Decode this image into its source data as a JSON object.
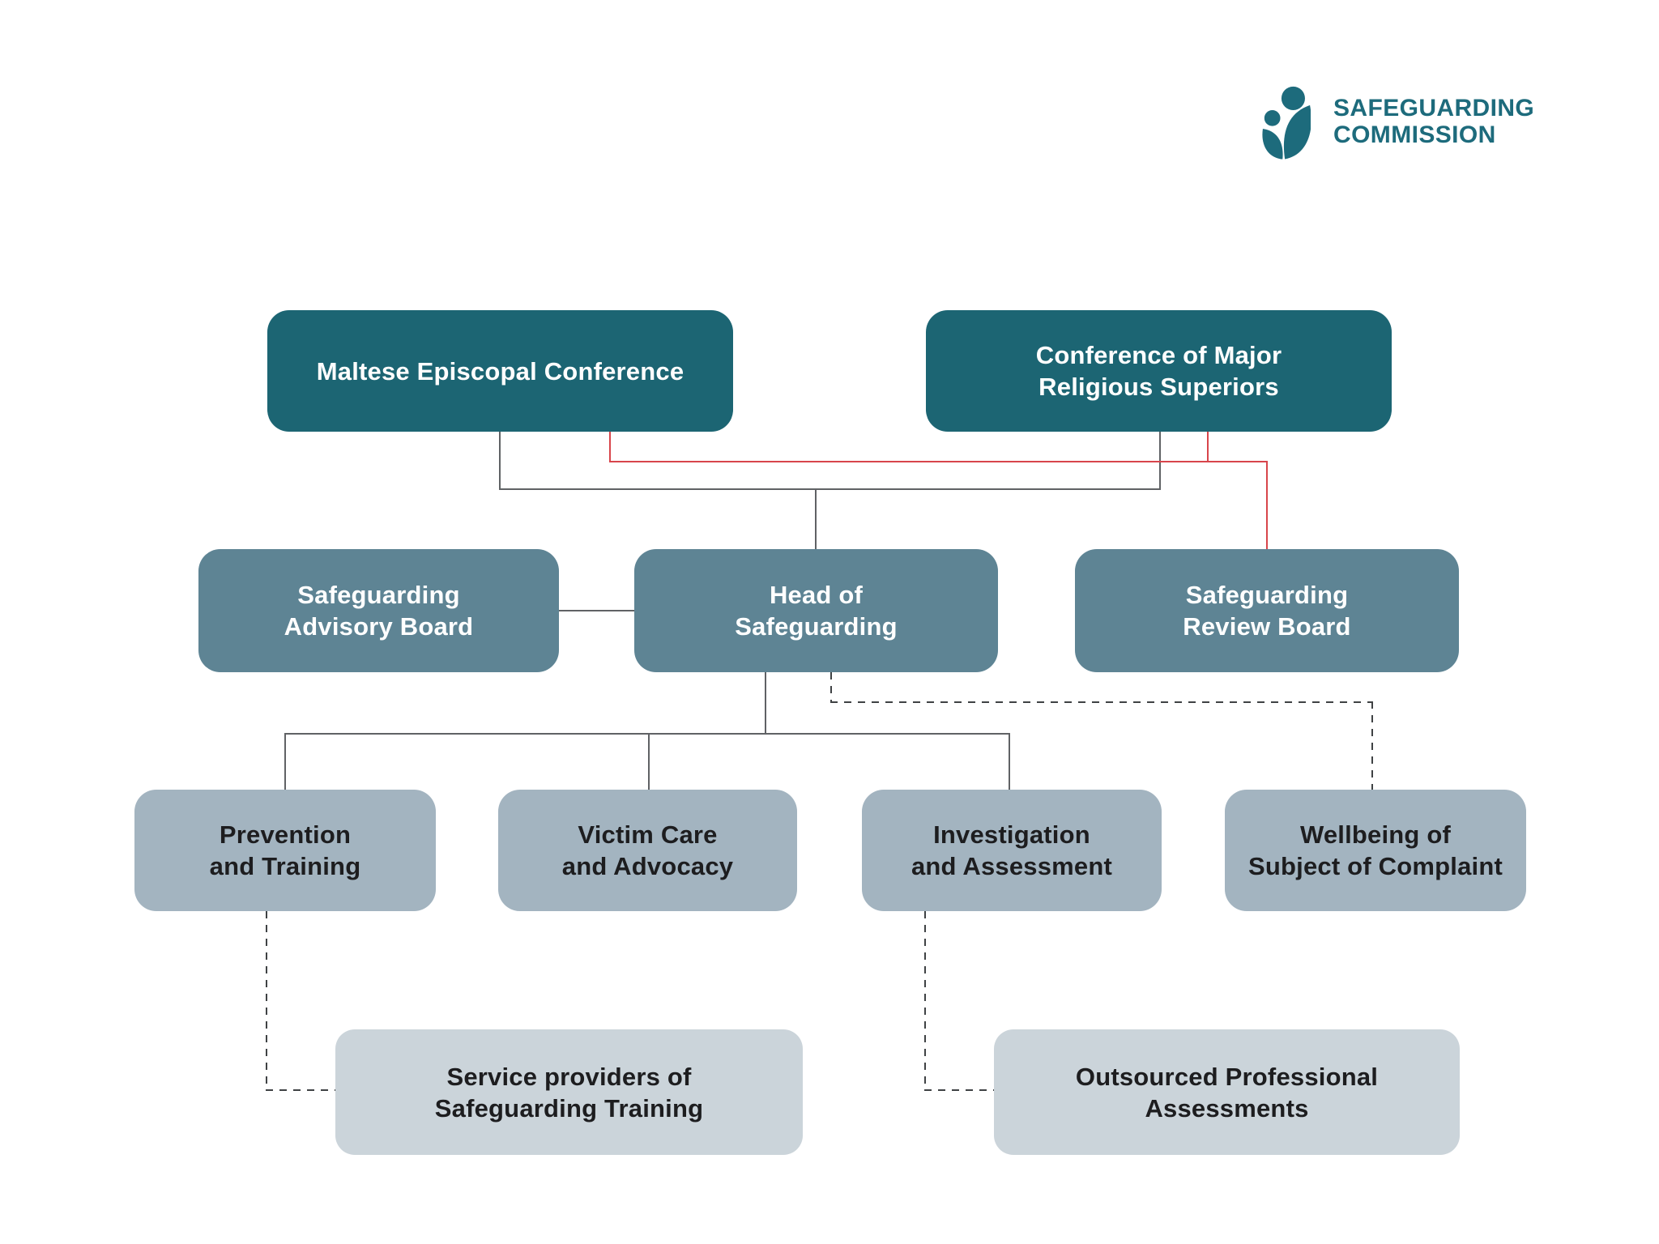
{
  "logo": {
    "line1": "SAFEGUARDING",
    "line2": "COMMISSION"
  },
  "nodes": [
    {
      "id": "maltese-episcopal-conference",
      "line1": "Maltese Episcopal Conference",
      "line2": ""
    },
    {
      "id": "conference-of-major-religious-superiors",
      "line1": "Conference of Major",
      "line2": "Religious Superiors"
    },
    {
      "id": "safeguarding-advisory-board",
      "line1": "Safeguarding",
      "line2": "Advisory Board"
    },
    {
      "id": "head-of-safeguarding",
      "line1": "Head of",
      "line2": "Safeguarding"
    },
    {
      "id": "safeguarding-review-board",
      "line1": "Safeguarding",
      "line2": "Review Board"
    },
    {
      "id": "prevention-and-training",
      "line1": "Prevention",
      "line2": "and Training"
    },
    {
      "id": "victim-care-and-advocacy",
      "line1": "Victim Care",
      "line2": "and Advocacy"
    },
    {
      "id": "investigation-and-assessment",
      "line1": "Investigation",
      "line2": "and Assessment"
    },
    {
      "id": "wellbeing-of-subject-of-complaint",
      "line1": "Wellbeing of",
      "line2": "Subject of Complaint"
    },
    {
      "id": "service-providers-of-safeguarding-training",
      "line1": "Service providers of",
      "line2": "Safeguarding Training"
    },
    {
      "id": "outsourced-professional-assessments",
      "line1": "Outsourced Professional",
      "line2": "Assessments"
    }
  ],
  "edges": [
    {
      "from": "maltese-episcopal-conference",
      "to": "head-of-safeguarding",
      "style": "solid"
    },
    {
      "from": "conference-of-major-religious-superiors",
      "to": "head-of-safeguarding",
      "style": "solid"
    },
    {
      "from": "maltese-episcopal-conference",
      "to": "safeguarding-review-board",
      "style": "red"
    },
    {
      "from": "conference-of-major-religious-superiors",
      "to": "safeguarding-review-board",
      "style": "red"
    },
    {
      "from": "safeguarding-advisory-board",
      "to": "head-of-safeguarding",
      "style": "solid"
    },
    {
      "from": "head-of-safeguarding",
      "to": "prevention-and-training",
      "style": "solid"
    },
    {
      "from": "head-of-safeguarding",
      "to": "victim-care-and-advocacy",
      "style": "solid"
    },
    {
      "from": "head-of-safeguarding",
      "to": "investigation-and-assessment",
      "style": "solid"
    },
    {
      "from": "head-of-safeguarding",
      "to": "wellbeing-of-subject-of-complaint",
      "style": "dashed"
    },
    {
      "from": "prevention-and-training",
      "to": "service-providers-of-safeguarding-training",
      "style": "dashed"
    },
    {
      "from": "investigation-and-assessment",
      "to": "outsourced-professional-assessments",
      "style": "dashed"
    }
  ],
  "colors": {
    "tier1": "#1c6573",
    "tier2": "#5e8494",
    "tier3": "#a3b4c0",
    "tier4": "#cbd4da",
    "line_solid": "#606265",
    "line_red": "#d8454b",
    "line_dashed": "#3f4244",
    "logo_teal": "#1d6b7c",
    "text_light": "#ffffff",
    "text_dark": "#1d1d1f"
  }
}
